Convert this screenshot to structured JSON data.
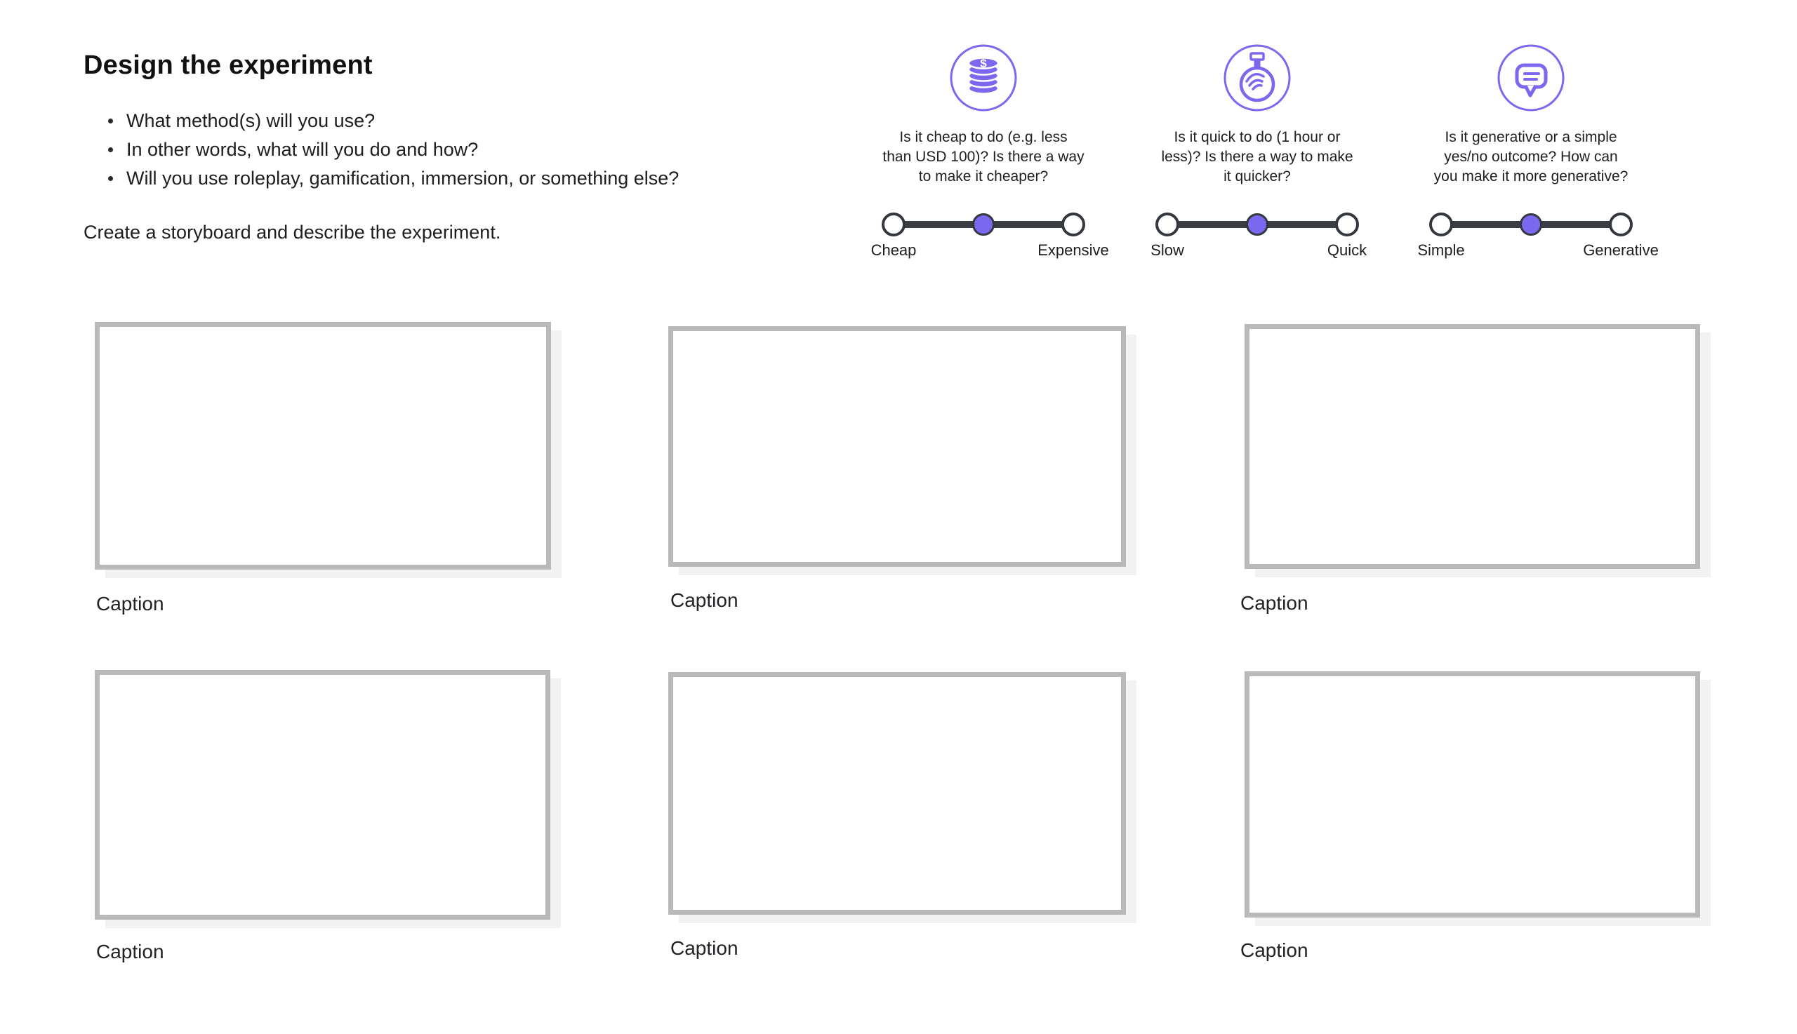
{
  "header": {
    "title": "Design the experiment",
    "bullets": [
      "What method(s) will you use?",
      "In other words, what will you do and how?",
      "Will you use roleplay, gamification, immersion, or something else?"
    ],
    "instruction": "Create a storyboard and describe the experiment."
  },
  "criteria": [
    {
      "icon": "coins-icon",
      "question_lines": [
        "Is it cheap to do (e.g. less",
        "than USD 100)? Is there a way",
        "to make it cheaper?"
      ],
      "slider": {
        "left_label": "Cheap",
        "right_label": "Expensive",
        "value": "middle"
      }
    },
    {
      "icon": "stopwatch-icon",
      "question_lines": [
        "Is it quick to do (1 hour or",
        "less)? Is there a way to make",
        "it quicker?"
      ],
      "slider": {
        "left_label": "Slow",
        "right_label": "Quick",
        "value": "middle"
      }
    },
    {
      "icon": "speech-bubble-icon",
      "question_lines": [
        "Is it generative or a simple",
        "yes/no outcome? How can",
        "you make it more generative?"
      ],
      "slider": {
        "left_label": "Simple",
        "right_label": "Generative",
        "value": "middle"
      }
    }
  ],
  "storyboard": {
    "frames": [
      {
        "caption": "Caption"
      },
      {
        "caption": "Caption"
      },
      {
        "caption": "Caption"
      },
      {
        "caption": "Caption"
      },
      {
        "caption": "Caption"
      },
      {
        "caption": "Caption"
      }
    ]
  },
  "colors": {
    "accent": "#7B68EE",
    "slider_track": "#3A3E44",
    "frame_border": "#B9B9B9",
    "text": "#1E1E21"
  }
}
